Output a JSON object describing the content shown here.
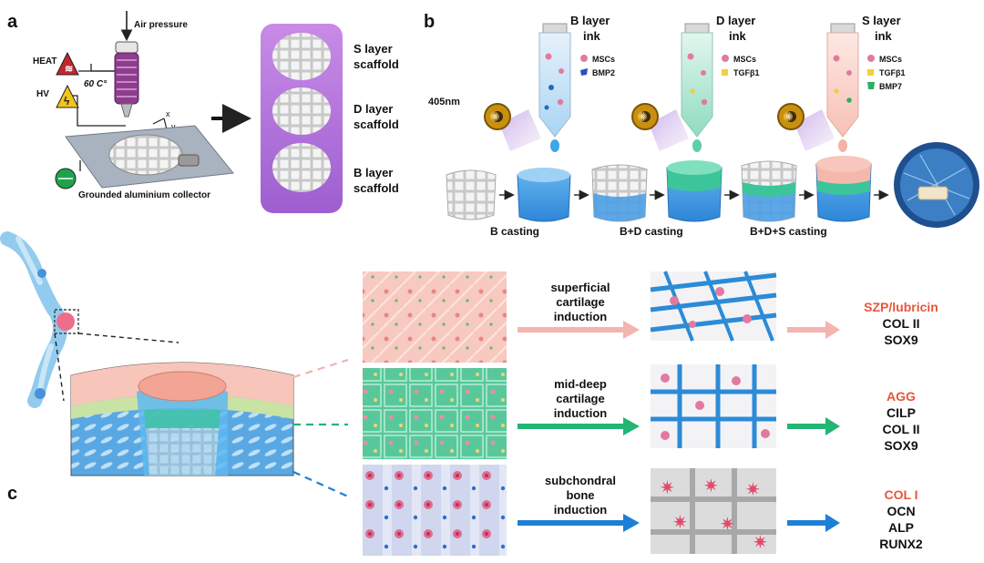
{
  "panel_a": {
    "letter": "a",
    "air_pressure": "Air pressure",
    "heat": "HEAT",
    "hv": "HV",
    "temperature": "60 C°",
    "axis_x": "x",
    "axis_y": "y",
    "collector": "Grounded aluminium collector",
    "scaffolds": [
      {
        "line1": "S layer",
        "line2": "scaffold"
      },
      {
        "line1": "D layer",
        "line2": "scaffold"
      },
      {
        "line1": "B layer",
        "line2": "scaffold"
      }
    ]
  },
  "panel_b": {
    "letter": "b",
    "inks": [
      {
        "line1": "B layer",
        "line2": "ink",
        "items": [
          "MSCs",
          "BMP2"
        ]
      },
      {
        "line1": "D layer",
        "line2": "ink",
        "items": [
          "MSCs",
          "TGFβ1"
        ]
      },
      {
        "line1": "S layer",
        "line2": "ink",
        "items": [
          "MSCs",
          "TGFβ1",
          "BMP7"
        ]
      }
    ],
    "wavelength": "405nm",
    "casting_steps": [
      "B  casting",
      "B+D casting",
      "B+D+S casting"
    ]
  },
  "panel_c": {
    "letter": "c",
    "rows": [
      {
        "label_lines": [
          "superficial",
          "cartilage",
          "induction"
        ],
        "markers": [
          "SZP/lubricin",
          "COL II",
          "SOX9"
        ]
      },
      {
        "label_lines": [
          "mid-deep",
          "cartilage",
          "induction"
        ],
        "markers": [
          "AGG",
          "CILP",
          "COL II",
          "SOX9"
        ]
      },
      {
        "label_lines": [
          "subchondral",
          "bone",
          "induction"
        ],
        "markers": [
          "COL I",
          "OCN",
          "ALP",
          "RUNX2"
        ]
      }
    ]
  },
  "colors": {
    "highlight_marker": "#e8553b",
    "arrow_superficial": "#f4b4b0",
    "arrow_middeep": "#22b573",
    "arrow_bone": "#1d7fd6",
    "scaffold_panel": "#b36fd8"
  }
}
